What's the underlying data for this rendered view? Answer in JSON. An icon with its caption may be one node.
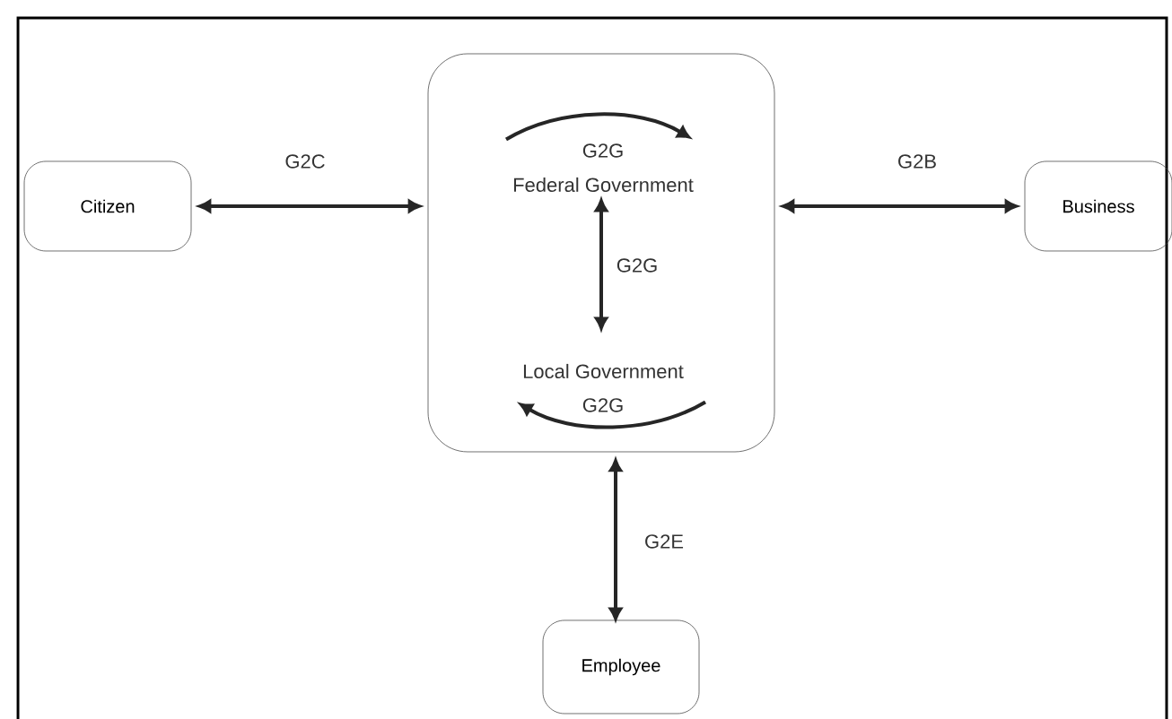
{
  "diagram": {
    "nodes": [
      {
        "text": [],
        "shape": "box"
      },
      {
        "text": [
          "Federal Government"
        ],
        "in": 0
      },
      {
        "text": [
          "Local Government"
        ],
        "in": 0
      },
      {
        "text": [
          "Citizen"
        ]
      },
      {
        "text": [
          "Business"
        ]
      },
      {
        "text": [
          "Employee"
        ]
      }
    ],
    "edges": [
      {
        "from": 3,
        "to": 0,
        "arrow": "both",
        "label": "G2C"
      },
      {
        "from": 0,
        "to": 4,
        "arrow": "both",
        "label": "G2B"
      },
      {
        "from": 1,
        "to": 1,
        "arrow": "to",
        "label": "G2G"
      },
      {
        "from": 1,
        "to": 2,
        "arrow": "both",
        "label": "G2G"
      },
      {
        "from": 2,
        "to": 2,
        "arrow": "to",
        "label": "G2G"
      },
      {
        "from": 0,
        "to": 5,
        "arrow": "both",
        "label": "G2E"
      }
    ]
  }
}
